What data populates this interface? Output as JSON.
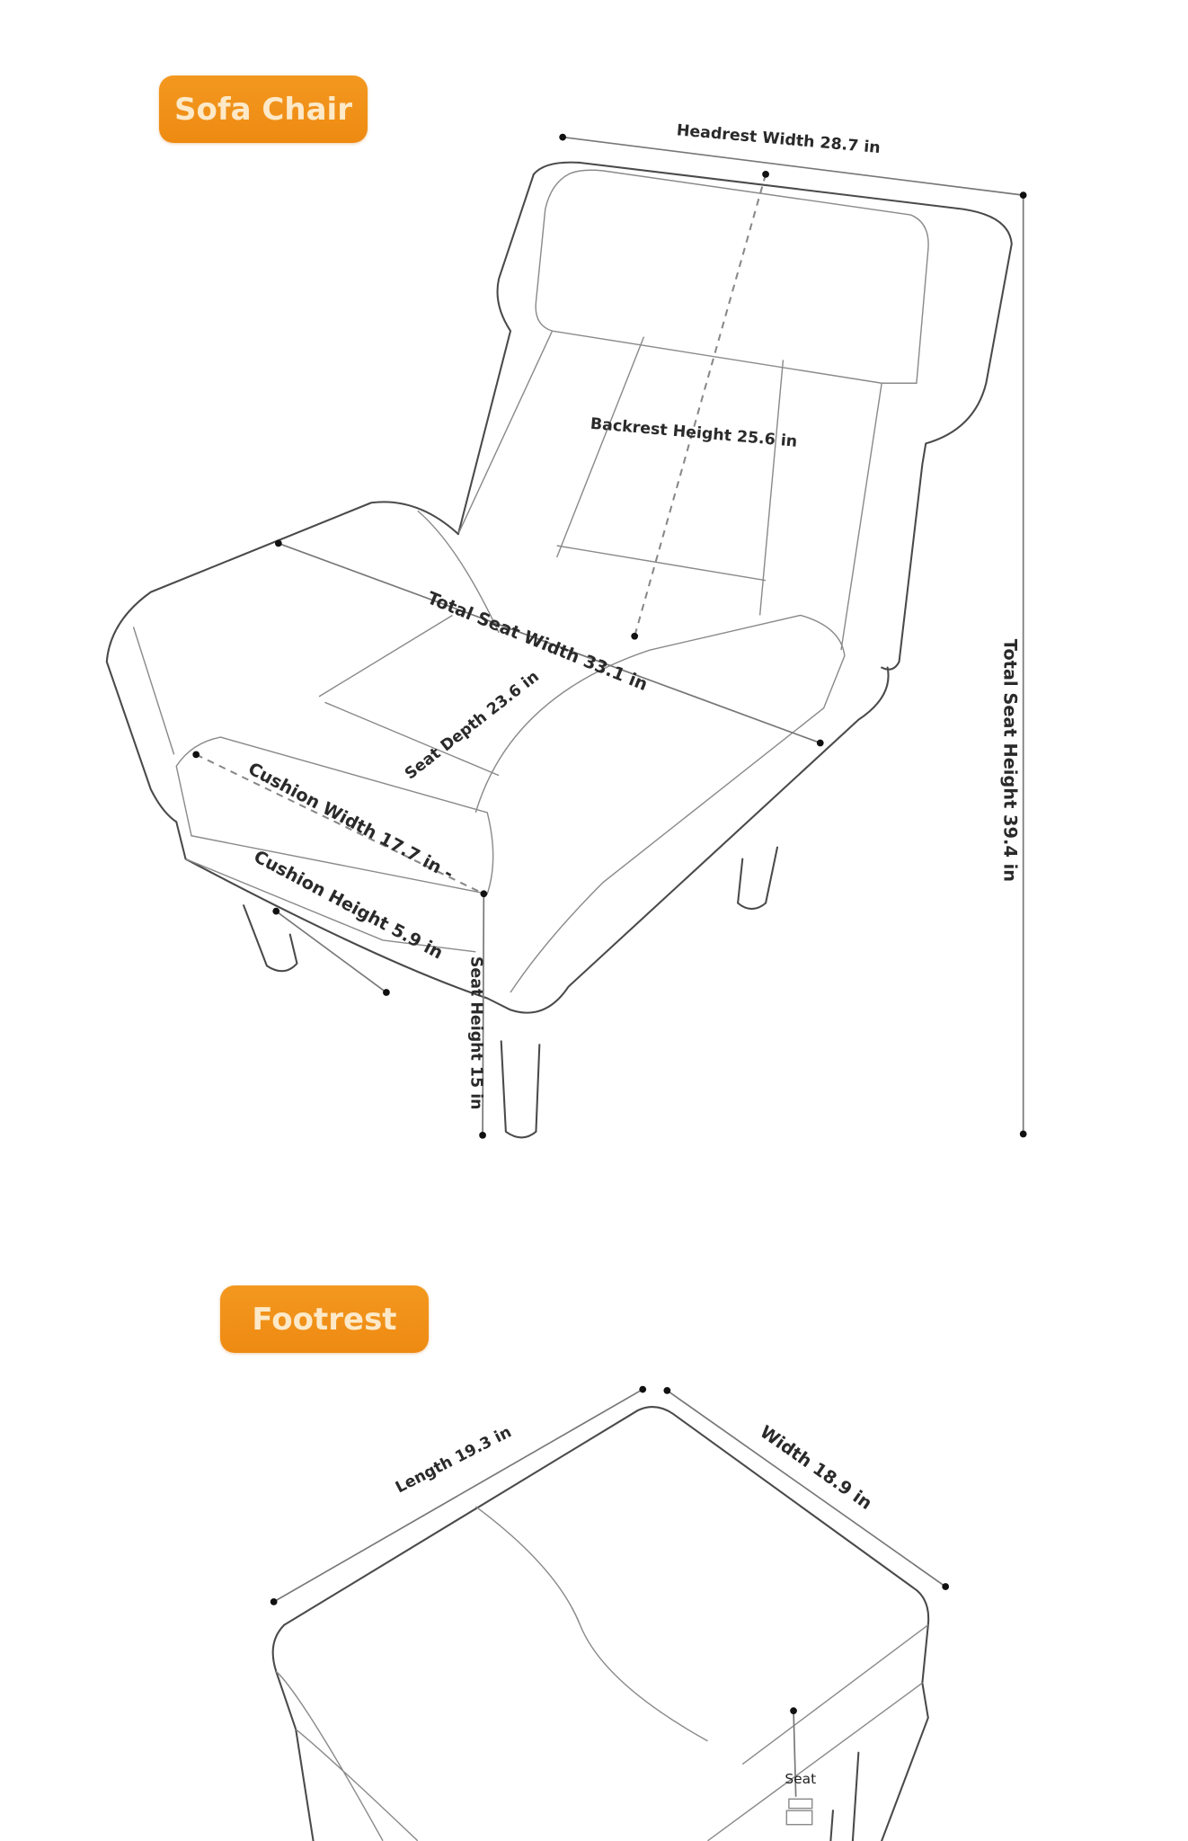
{
  "sofa_chair": {
    "title": "Sofa Chair",
    "dimensions": {
      "headrest_width": "Headrest Width 28.7 in",
      "backrest_height": "Backrest Height 25.6 in",
      "total_seat_width": "Total Seat Width 33.1 in",
      "seat_depth": "Seat Depth 23.6 in",
      "cushion_width": "Cushion Width 17.7 in -",
      "cushion_height": "Cushion Height 5.9 in",
      "seat_height": "Seat Height 15 in",
      "total_seat_height": "Total Seat Height 39.4 in"
    }
  },
  "footrest": {
    "title": "Footrest",
    "dimensions": {
      "length": "Length 19.3 in",
      "width": "Width 18.9 in",
      "seat": "Seat"
    }
  },
  "colors": {
    "badge": "#ef8c14",
    "badge_text": "#fde9c8",
    "line": "#4a4a4a"
  }
}
